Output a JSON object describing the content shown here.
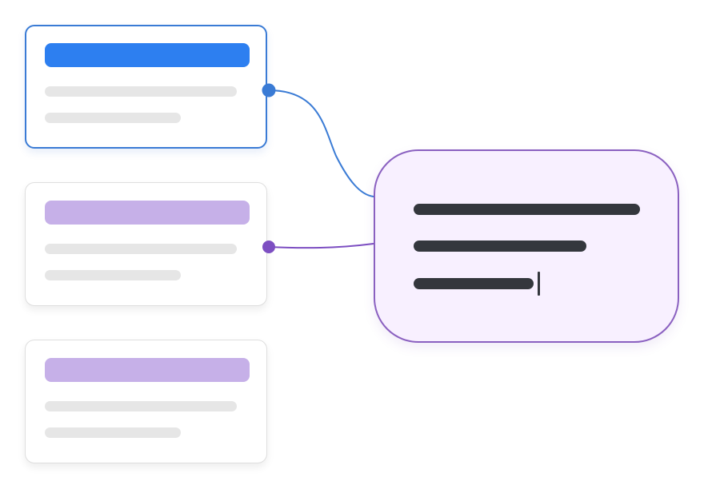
{
  "colors": {
    "selected_border": "#3a7bd5",
    "selected_header": "#2d7ff0",
    "muted_header": "#c6b0e8",
    "placeholder_line": "#e6e6e6",
    "output_border": "#8a60c0",
    "output_fill": "#f8f0ff",
    "text_line": "#34373d",
    "wire_blue": "#3a7bd5",
    "wire_purple": "#7d4fc2"
  },
  "cards": [
    {
      "state": "selected",
      "connected": true
    },
    {
      "state": "idle",
      "connected": true
    },
    {
      "state": "idle",
      "connected": false
    }
  ],
  "output_node": {
    "state": "typing",
    "text_lines": 3
  }
}
